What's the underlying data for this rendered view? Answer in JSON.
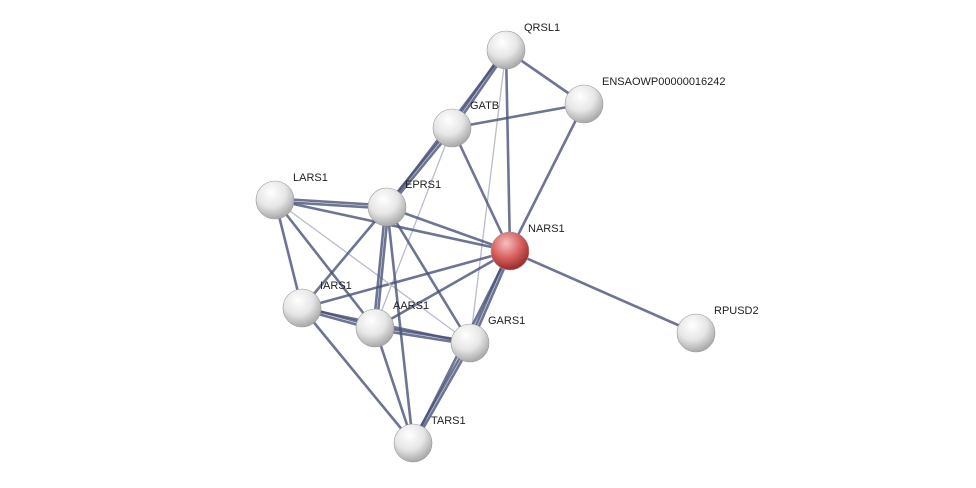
{
  "network": {
    "query_node": "NARS1",
    "colors": {
      "query": "#d9534f",
      "node": "#e8e8e8",
      "edge": "#4a5178",
      "edge_weak": "#b8bccb"
    },
    "nodes": [
      {
        "id": "QRSL1",
        "label": "QRSL1"
      },
      {
        "id": "ENSAOWP00000016242",
        "label": "ENSAOWP00000016242"
      },
      {
        "id": "GATB",
        "label": "GATB"
      },
      {
        "id": "LARS1",
        "label": "LARS1"
      },
      {
        "id": "EPRS1",
        "label": "EPRS1"
      },
      {
        "id": "NARS1",
        "label": "NARS1"
      },
      {
        "id": "IARS1",
        "label": "IARS1"
      },
      {
        "id": "AARS1",
        "label": "AARS1"
      },
      {
        "id": "GARS1",
        "label": "GARS1"
      },
      {
        "id": "RPUSD2",
        "label": "RPUSD2"
      },
      {
        "id": "TARS1",
        "label": "TARS1"
      }
    ],
    "edges": [
      [
        "QRSL1",
        "ENSAOWP00000016242",
        1
      ],
      [
        "QRSL1",
        "GATB",
        2
      ],
      [
        "QRSL1",
        "EPRS1",
        1
      ],
      [
        "QRSL1",
        "NARS1",
        1
      ],
      [
        "QRSL1",
        "GARS1",
        0
      ],
      [
        "GATB",
        "ENSAOWP00000016242",
        1
      ],
      [
        "GATB",
        "EPRS1",
        2
      ],
      [
        "GATB",
        "NARS1",
        1
      ],
      [
        "GATB",
        "AARS1",
        0
      ],
      [
        "ENSAOWP00000016242",
        "NARS1",
        1
      ],
      [
        "NARS1",
        "RPUSD2",
        1
      ],
      [
        "NARS1",
        "EPRS1",
        1
      ],
      [
        "NARS1",
        "LARS1",
        1
      ],
      [
        "NARS1",
        "IARS1",
        1
      ],
      [
        "NARS1",
        "AARS1",
        1
      ],
      [
        "NARS1",
        "GARS1",
        2
      ],
      [
        "NARS1",
        "TARS1",
        1
      ],
      [
        "LARS1",
        "EPRS1",
        2
      ],
      [
        "LARS1",
        "IARS1",
        1
      ],
      [
        "LARS1",
        "AARS1",
        1
      ],
      [
        "LARS1",
        "GARS1",
        0
      ],
      [
        "EPRS1",
        "IARS1",
        1
      ],
      [
        "EPRS1",
        "AARS1",
        2
      ],
      [
        "EPRS1",
        "TARS1",
        1
      ],
      [
        "EPRS1",
        "GARS1",
        1
      ],
      [
        "IARS1",
        "AARS1",
        2
      ],
      [
        "IARS1",
        "GARS1",
        1
      ],
      [
        "IARS1",
        "TARS1",
        1
      ],
      [
        "AARS1",
        "GARS1",
        2
      ],
      [
        "AARS1",
        "TARS1",
        1
      ],
      [
        "GARS1",
        "TARS1",
        2
      ]
    ]
  }
}
